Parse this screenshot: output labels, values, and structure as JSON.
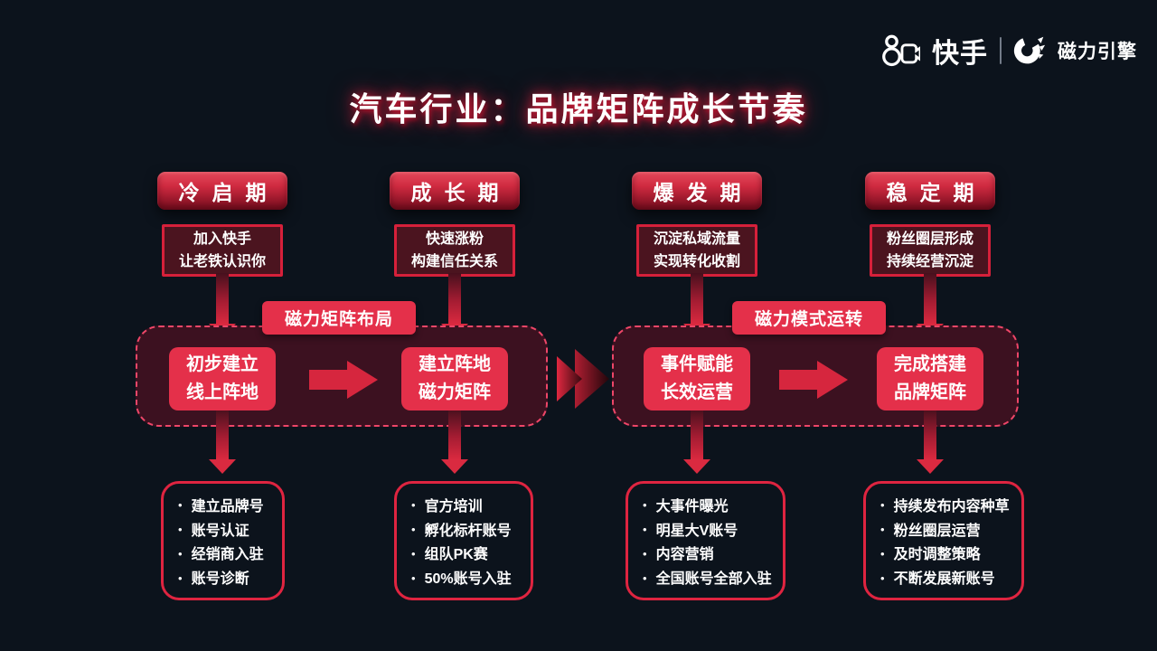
{
  "bullet": "•",
  "brand": {
    "kuaishou": "快手",
    "engine": "磁力引擎",
    "icons": [
      "kuaishou-camera-icon",
      "magnetic-engine-swirl-icon"
    ]
  },
  "title": "汽车行业：品牌矩阵成长节奏",
  "phases": [
    {
      "name": "冷启期",
      "desc": [
        "加入快手",
        "让老铁认识你"
      ],
      "items": [
        "建立品牌号",
        "账号认证",
        "经销商入驻",
        "账号诊断"
      ]
    },
    {
      "name": "成长期",
      "desc": [
        "快速涨粉",
        "构建信任关系"
      ],
      "items": [
        "官方培训",
        "孵化标杆账号",
        "组队PK赛",
        "50%账号入驻"
      ]
    },
    {
      "name": "爆发期",
      "desc": [
        "沉淀私域流量",
        "实现转化收割"
      ],
      "items": [
        "大事件曝光",
        "明星大V账号",
        "内容营销",
        "全国账号全部入驻"
      ]
    },
    {
      "name": "稳定期",
      "desc": [
        "粉丝圈层形成",
        "持续经营沉淀"
      ],
      "items": [
        "持续发布内容种草",
        "粉丝圈层运营",
        "及时调整策略",
        "不断发展新账号"
      ]
    }
  ],
  "stages": [
    {
      "label": "磁力矩阵布局",
      "nodes": [
        [
          "初步建立",
          "线上阵地"
        ],
        [
          "建立阵地",
          "磁力矩阵"
        ]
      ]
    },
    {
      "label": "磁力模式运转",
      "nodes": [
        [
          "事件赋能",
          "长效运营"
        ],
        [
          "完成搭建",
          "品牌矩阵"
        ]
      ]
    }
  ],
  "colors": {
    "background": "#0c131c",
    "primary_red": "#e4304a",
    "stage_fill": "#3c1120",
    "dashed_border": "#ee4668",
    "desc_fill": "#4b141f",
    "desc_border": "#d6203a",
    "list_border": "#df2440",
    "title_glow": "#d81f3c"
  }
}
